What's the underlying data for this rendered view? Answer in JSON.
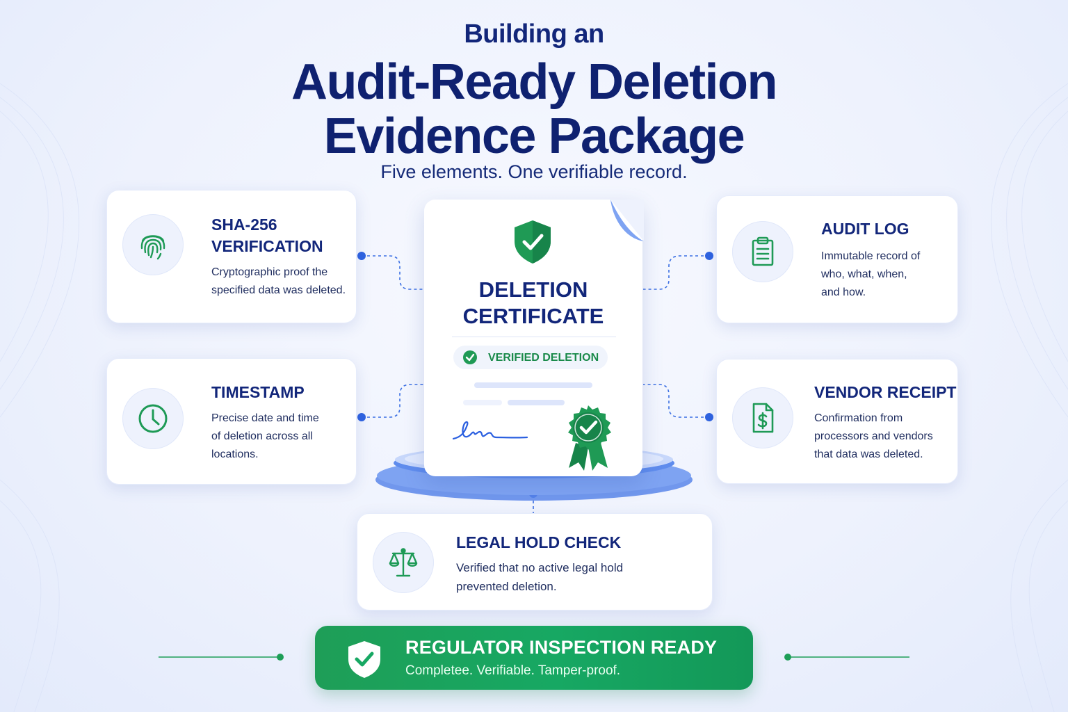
{
  "header": {
    "pre_title": "Building an",
    "title_line1": "Audit-Ready Deletion",
    "title_line2": "Evidence Package",
    "subtitle": "Five elements. One verifiable record."
  },
  "certificate": {
    "title_line1": "DELETION",
    "title_line2": "CERTIFICATE",
    "badge": "VERIFIED DELETION"
  },
  "cards": {
    "sha": {
      "title_line1": "SHA-256",
      "title_line2": "VERIFICATION",
      "desc_line1": "Cryptographic proof the",
      "desc_line2": "specified data was deleted.",
      "icon": "fingerprint-icon"
    },
    "timestamp": {
      "title": "TIMESTAMP",
      "desc_line1": "Precise date and time",
      "desc_line2": "of deletion across all",
      "desc_line3": "locations.",
      "icon": "clock-icon"
    },
    "audit": {
      "title": "AUDIT LOG",
      "desc_line1": "Immutable record of",
      "desc_line2": "who, what, when,",
      "desc_line3": "and how.",
      "icon": "clipboard-icon"
    },
    "vendor": {
      "title": "VENDOR RECEIPT",
      "desc_line1": "Confirmation from",
      "desc_line2": "processors and vendors",
      "desc_line3": "that data was deleted.",
      "icon": "dollar-receipt-icon"
    },
    "legal": {
      "title": "LEGAL HOLD CHECK",
      "desc_line1": "Verified that no active legal hold",
      "desc_line2": "prevented deletion.",
      "icon": "scales-icon"
    }
  },
  "banner": {
    "title": "REGULATOR INSPECTION READY",
    "subtitle": "Completee. Verifiable. Tamper-proof."
  },
  "colors": {
    "navy": "#12267a",
    "green": "#1a8a4a",
    "blue": "#2f63e0",
    "banner_green": "#17a863"
  }
}
